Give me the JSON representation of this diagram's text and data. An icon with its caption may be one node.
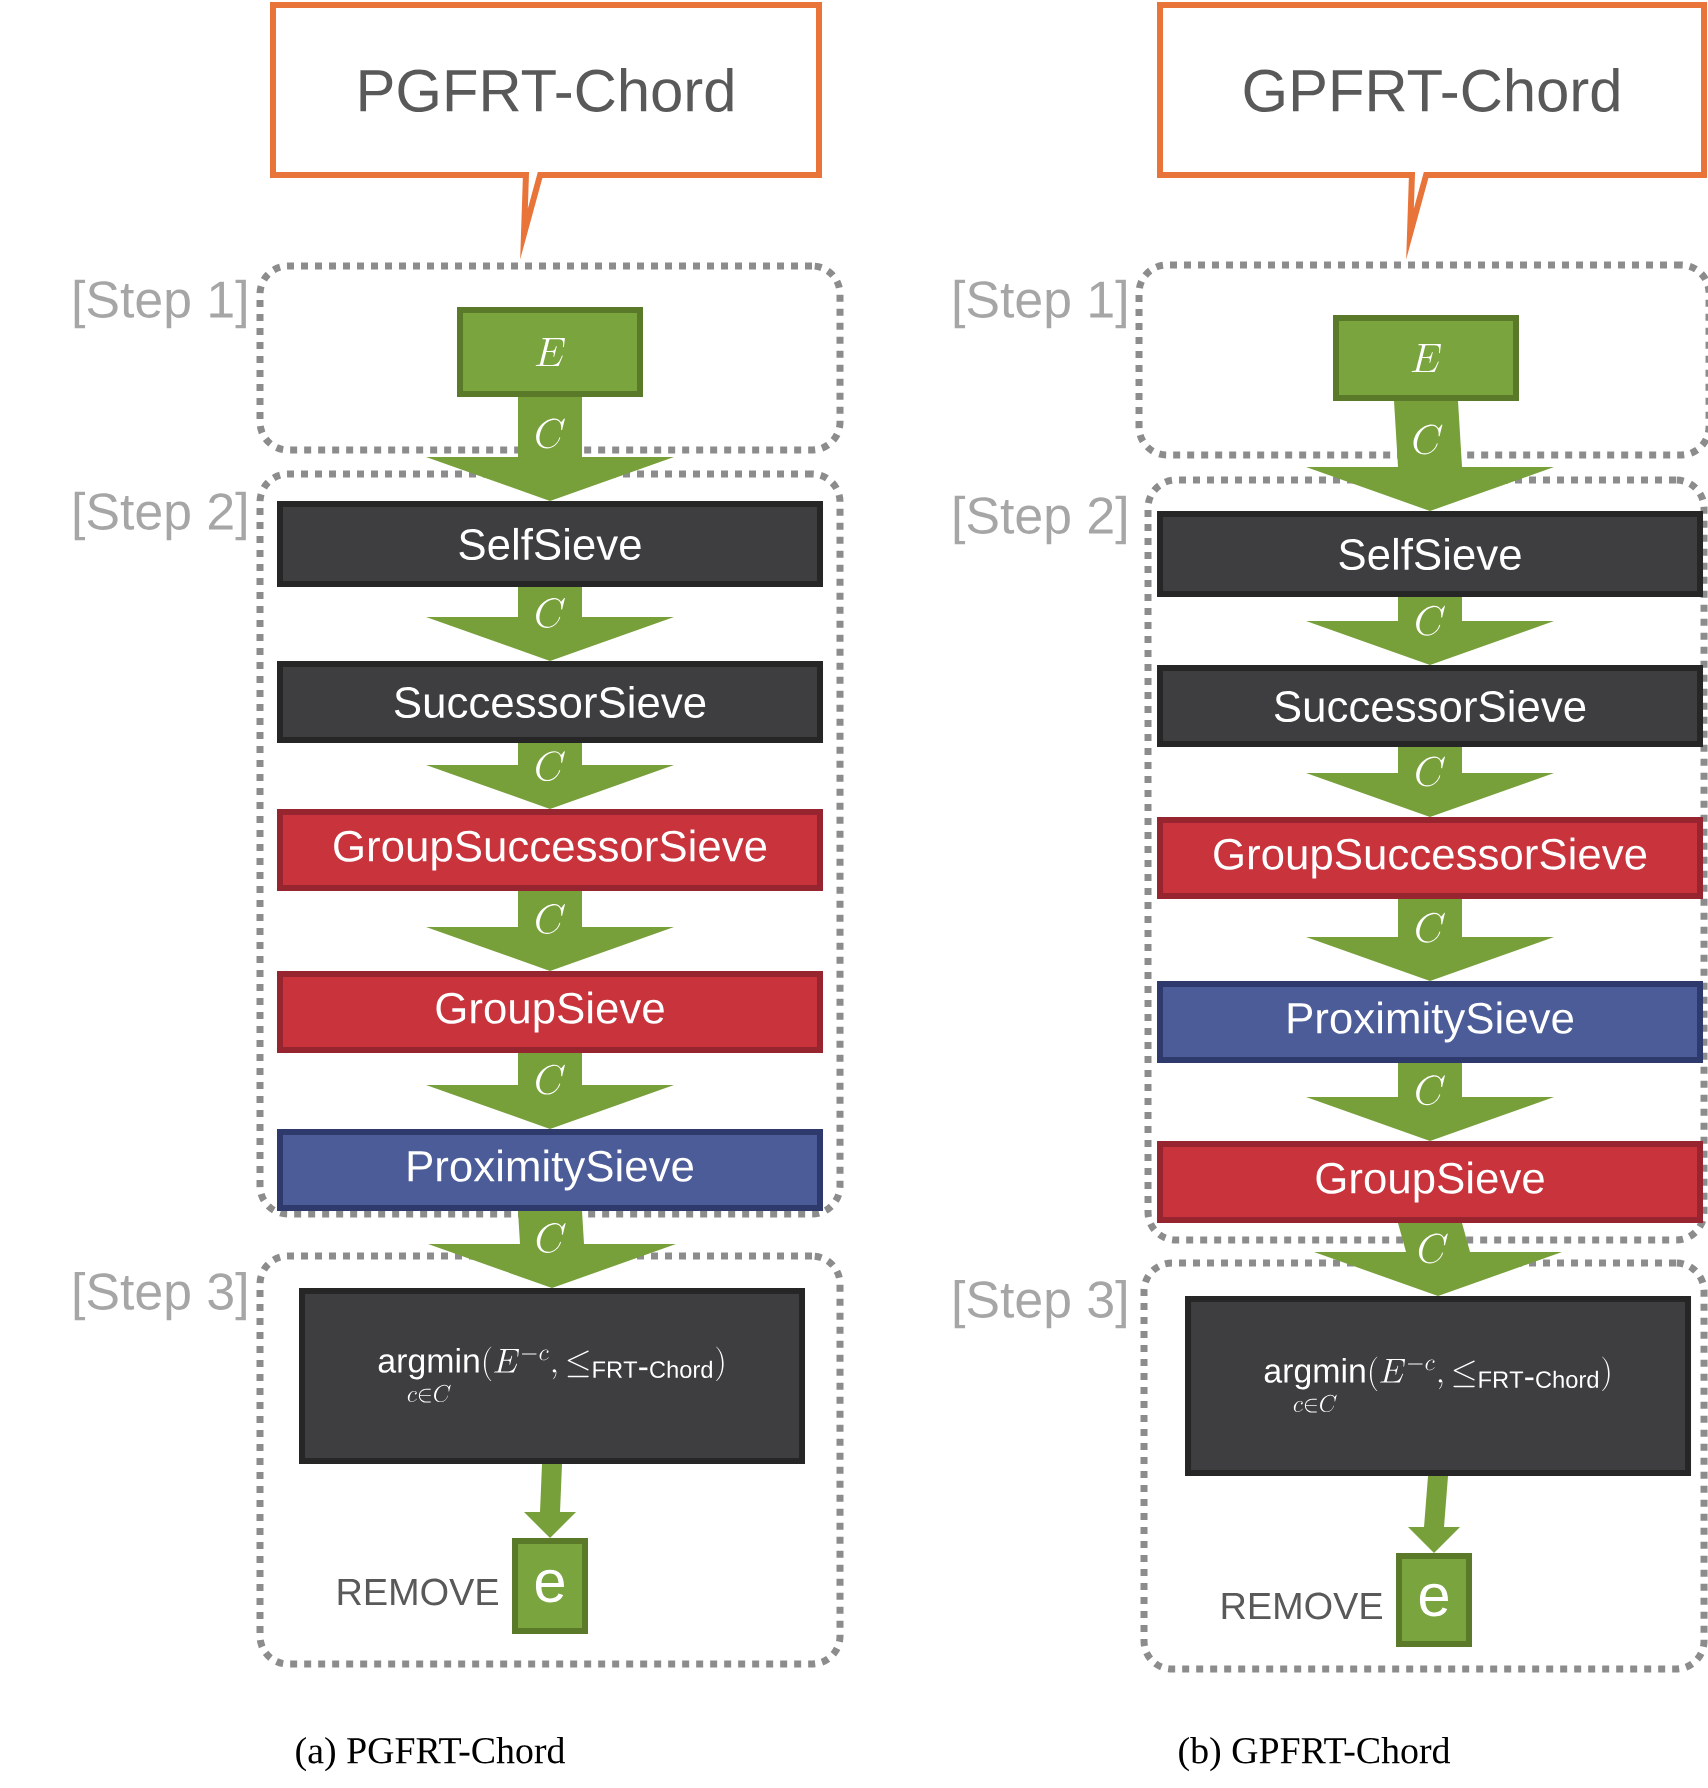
{
  "diagram": {
    "nodes": [
      {
        "text": [
          "PGFRT-Chord"
        ]
      },
      {
        "text": [
          "[Step 1]"
        ]
      },
      {
        "text": [
          "E"
        ],
        "in": 1
      },
      {
        "text": [
          "[Step 2]"
        ]
      },
      {
        "text": [
          "SelfSieve"
        ],
        "in": 3
      },
      {
        "text": [
          "SuccessorSieve"
        ],
        "in": 3
      },
      {
        "text": [
          "GroupSuccessorSieve"
        ],
        "in": 3
      },
      {
        "text": [
          "GroupSieve"
        ],
        "in": 3
      },
      {
        "text": [
          "ProximitySieve"
        ],
        "in": 3
      },
      {
        "text": [
          "[Step 3]"
        ]
      },
      {
        "text": [
          "\\mathop{\\mathrm{argmin}}\\limits_{c\\in C}(E^{-c},\\leq_{\\mathrm{FRT\\mbox{-}Chord}})"
        ],
        "in": 9
      },
      {
        "text": [
          "e"
        ],
        "beside": [
          "REMOVE"
        ],
        "in": 9
      },
      {
        "text": [
          "GPFRT-Chord"
        ]
      },
      {
        "text": [
          "[Step 1]"
        ]
      },
      {
        "text": [
          "E"
        ],
        "in": 13
      },
      {
        "text": [
          "[Step 2]"
        ]
      },
      {
        "text": [
          "SelfSieve"
        ],
        "in": 15
      },
      {
        "text": [
          "SuccessorSieve"
        ],
        "in": 15
      },
      {
        "text": [
          "GroupSuccessorSieve"
        ],
        "in": 15
      },
      {
        "text": [
          "ProximitySieve"
        ],
        "in": 15
      },
      {
        "text": [
          "GroupSieve"
        ],
        "in": 15
      },
      {
        "text": [
          "[Step 3]"
        ]
      },
      {
        "text": [
          "\\mathop{\\mathrm{argmin}}\\limits_{c\\in C}(E^{-c},\\leq_{\\mathrm{FRT\\mbox{-}Chord}})"
        ],
        "in": 21
      },
      {
        "text": [
          "e"
        ],
        "beside": [
          "REMOVE"
        ],
        "in": 21
      }
    ],
    "edges": [
      {
        "from": 2,
        "to": 4,
        "arrow": "to",
        "label": "C"
      },
      {
        "from": 4,
        "to": 5,
        "arrow": "to",
        "label": "C"
      },
      {
        "from": 5,
        "to": 6,
        "arrow": "to",
        "label": "C"
      },
      {
        "from": 6,
        "to": 7,
        "arrow": "to",
        "label": "C"
      },
      {
        "from": 7,
        "to": 8,
        "arrow": "to",
        "label": "C"
      },
      {
        "from": 8,
        "to": 10,
        "arrow": "to",
        "label": "C"
      },
      {
        "from": 10,
        "to": 11,
        "arrow": "to"
      },
      {
        "from": 14,
        "to": 16,
        "arrow": "to",
        "label": "C"
      },
      {
        "from": 16,
        "to": 17,
        "arrow": "to",
        "label": "C"
      },
      {
        "from": 17,
        "to": 18,
        "arrow": "to",
        "label": "C"
      },
      {
        "from": 18,
        "to": 19,
        "arrow": "to",
        "label": "C"
      },
      {
        "from": 19,
        "to": 20,
        "arrow": "to",
        "label": "C"
      },
      {
        "from": 20,
        "to": 22,
        "arrow": "to",
        "label": "C"
      },
      {
        "from": 22,
        "to": 23,
        "arrow": "to"
      }
    ],
    "labels": [
      "(a) PGFRT-Chord",
      "(b) GPFRT-Chord"
    ]
  }
}
